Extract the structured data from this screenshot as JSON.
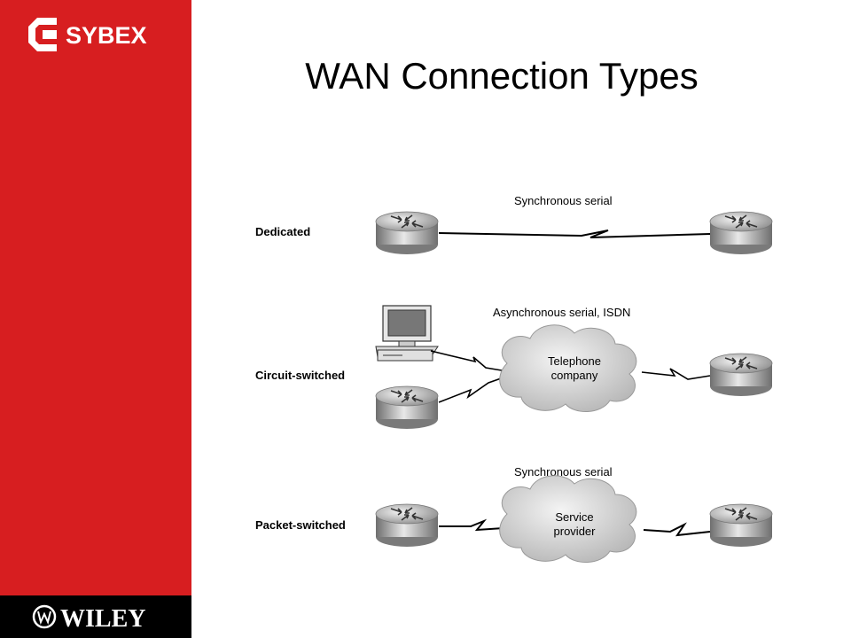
{
  "slide": {
    "title": "WAN Connection Types",
    "brand_logo_text": "SYBEX",
    "footer_logo_text": "WILEY"
  },
  "colors": {
    "sidebar": "#d71e20",
    "footer": "#000000",
    "background": "#ffffff"
  },
  "diagram": {
    "rows": [
      {
        "label": "Dedicated",
        "link_label": "Synchronous serial"
      },
      {
        "label": "Circuit-switched",
        "link_label": "Asynchronous serial, ISDN",
        "cloud": [
          "Telephone",
          "company"
        ]
      },
      {
        "label": "Packet-switched",
        "link_label": "Synchronous serial",
        "cloud": [
          "Service",
          "provider"
        ]
      }
    ]
  }
}
